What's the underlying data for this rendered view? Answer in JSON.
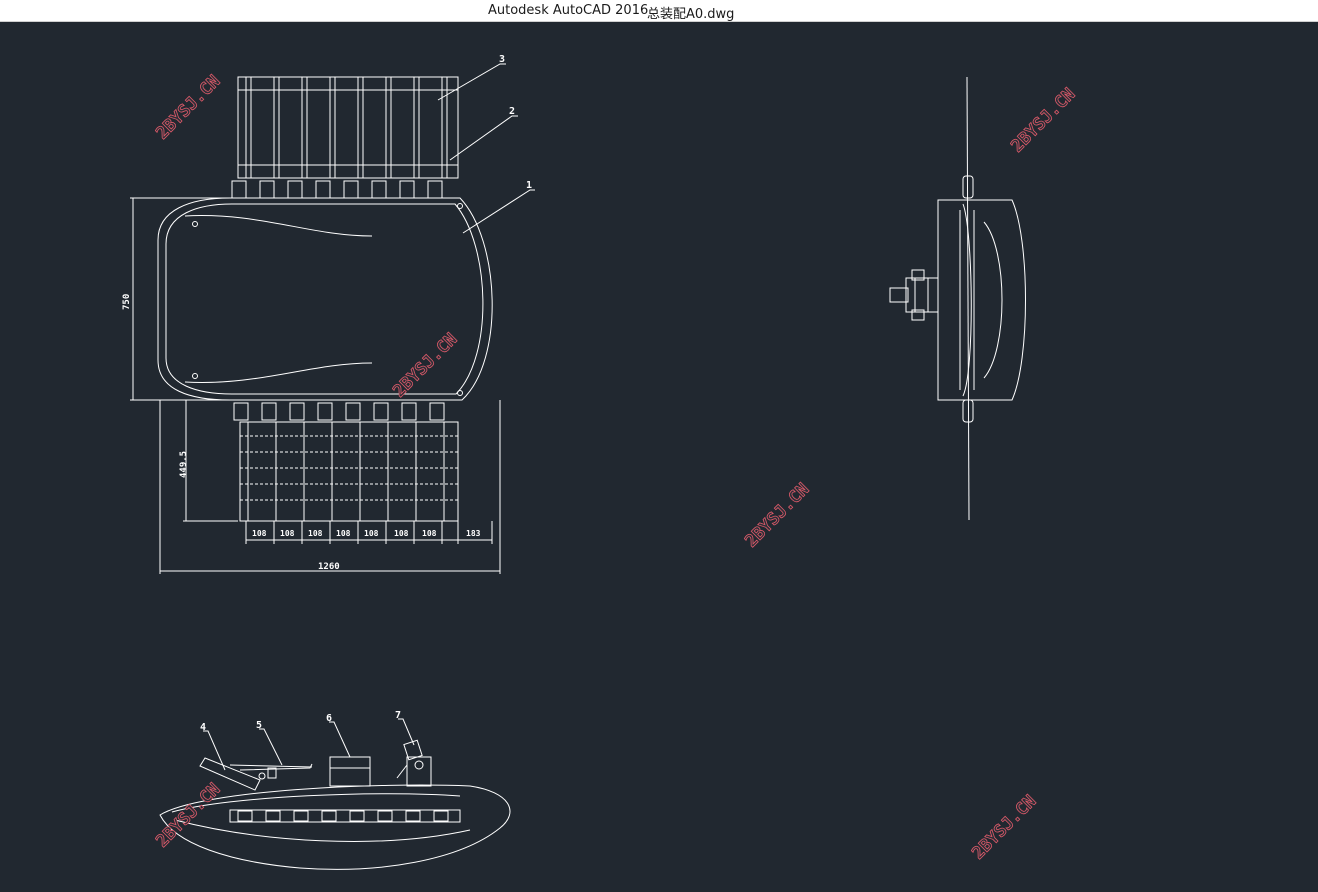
{
  "window": {
    "app_title": "Autodesk AutoCAD 2016",
    "file_name": "总装配A0.dwg"
  },
  "drawing": {
    "balloons": [
      "1",
      "2",
      "3",
      "4",
      "5",
      "6",
      "7"
    ],
    "dimensions": {
      "height": "750",
      "stack_depth": "449.5",
      "total_width": "1260",
      "pitch": [
        "108",
        "108",
        "108",
        "108",
        "108",
        "108",
        "108"
      ],
      "end": "183"
    },
    "watermark": "2BYSJ.CN"
  },
  "colors": {
    "background": "#212830",
    "linework": "#ffffff",
    "watermark": "#e05a6a"
  }
}
